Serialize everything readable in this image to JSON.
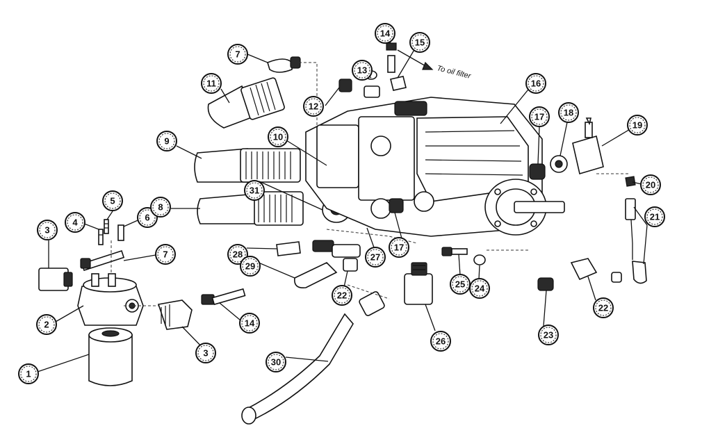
{
  "annotation": "To oil filter",
  "callouts": [
    "1",
    "2",
    "3",
    "3",
    "4",
    "5",
    "6",
    "7",
    "7",
    "8",
    "9",
    "10",
    "11",
    "12",
    "13",
    "14",
    "14",
    "15",
    "16",
    "17",
    "17",
    "18",
    "19",
    "20",
    "21",
    "22",
    "22",
    "23",
    "24",
    "25",
    "26",
    "27",
    "28",
    "29",
    "30",
    "31"
  ]
}
